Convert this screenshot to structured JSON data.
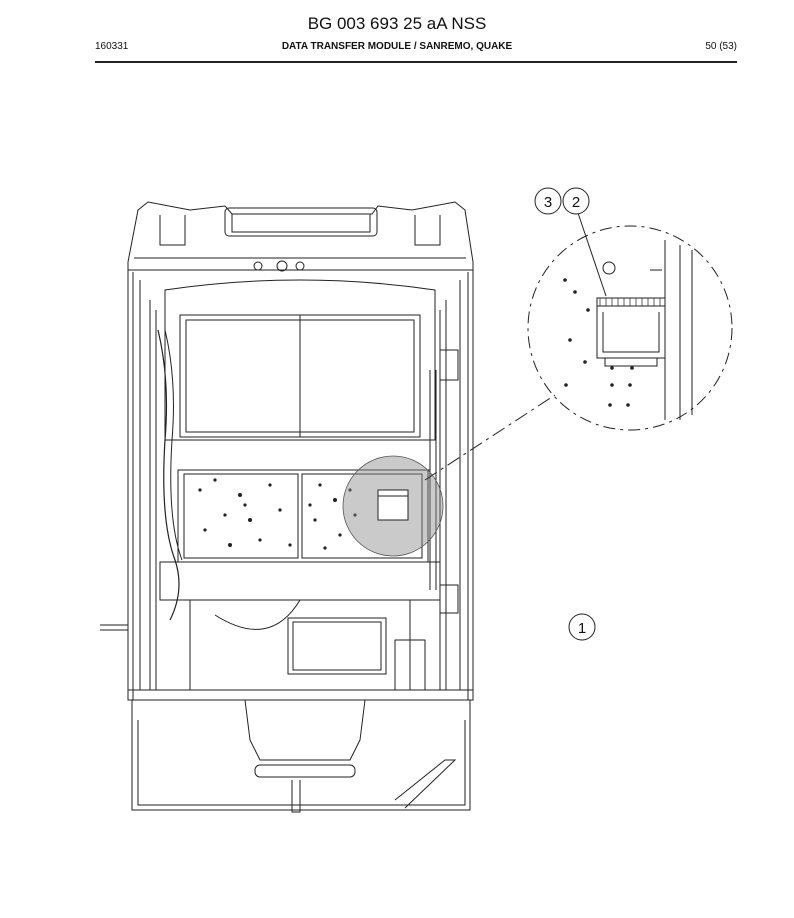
{
  "header": {
    "doc_number": "BG 003 693 25 aA NSS",
    "date_code": "160331",
    "section_title": "DATA TRANSFER MODULE / SANREMO, QUAKE",
    "page": "50 (53)"
  },
  "figure": {
    "callouts": [
      "3",
      "2",
      "1"
    ]
  }
}
